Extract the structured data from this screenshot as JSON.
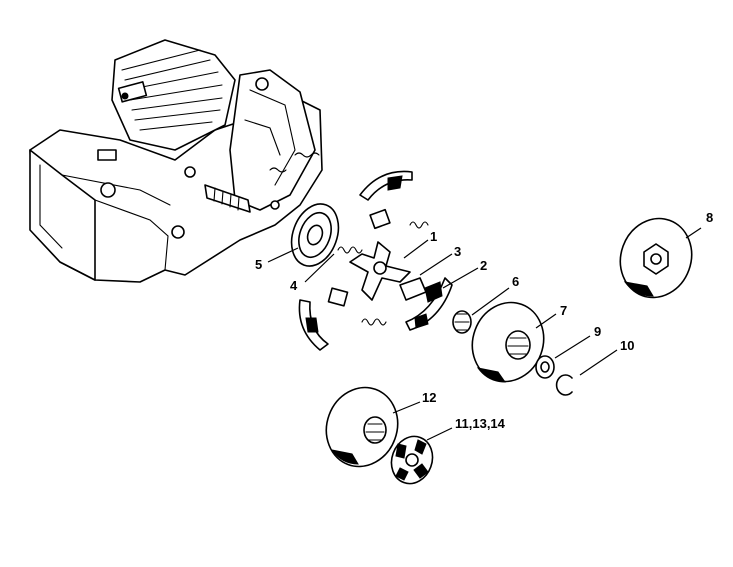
{
  "callouts": [
    {
      "id": "1",
      "text": "1"
    },
    {
      "id": "2",
      "text": "2"
    },
    {
      "id": "3",
      "text": "3"
    },
    {
      "id": "4",
      "text": "4"
    },
    {
      "id": "5",
      "text": "5"
    },
    {
      "id": "6",
      "text": "6"
    },
    {
      "id": "7",
      "text": "7"
    },
    {
      "id": "8",
      "text": "8"
    },
    {
      "id": "9",
      "text": "9"
    },
    {
      "id": "10",
      "text": "10"
    },
    {
      "id": "11_13_14",
      "text": "11,13,14"
    },
    {
      "id": "12",
      "text": "12"
    }
  ]
}
